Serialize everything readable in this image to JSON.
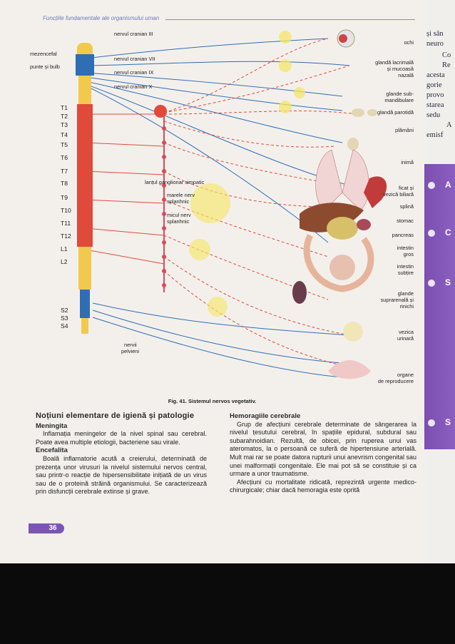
{
  "running_head": "Funcțiile fundamentale ale organismului uman",
  "figure": {
    "spine_labels": {
      "mezencefal": "mezencefal",
      "punte_bulb": "punte și bulb",
      "segments": [
        "T1",
        "T2",
        "T3",
        "T4",
        "T5",
        "T6",
        "T7",
        "T8",
        "T9",
        "T10",
        "T11",
        "T12",
        "L1",
        "L2"
      ],
      "sacral": [
        "S2",
        "S3",
        "S4"
      ]
    },
    "nerves": {
      "n3": "nervul cranian III",
      "n7": "nervul cranian VII",
      "n9": "nervul cranian IX",
      "n10": "nervul cranian X",
      "chain": "lanțul ganglionar simpatic",
      "major_splanchnic_1": "marele nerv",
      "major_splanchnic_2": "splanhnic",
      "minor_splanchnic_1": "micul nerv",
      "minor_splanchnic_2": "splanhnic",
      "pelvic_1": "nervii",
      "pelvic_2": "pelvieni"
    },
    "organs": {
      "eye": "ochi",
      "lacrimal_1": "glandă lacrimală",
      "lacrimal_2": "și mucoasă",
      "lacrimal_3": "nazală",
      "submand_1": "glande sub-",
      "submand_2": "mandibulare",
      "parotid": "glandă parotidă",
      "lungs": "plămâni",
      "heart": "inimă",
      "liver_1": "ficat și",
      "liver_2": "vezică biliară",
      "spleen": "splină",
      "stomach": "stomac",
      "pancreas": "pancreas",
      "colon_1": "intestin",
      "colon_2": "gros",
      "small_int_1": "intestin",
      "small_int_2": "subțire",
      "adrenal_1": "glande",
      "adrenal_2": "suprarenală și",
      "adrenal_3": "rinichi",
      "bladder_1": "vezica",
      "bladder_2": "urinară",
      "repro_1": "organe",
      "repro_2": "de reproducere"
    },
    "caption": "Fig. 41. Sistemul nervos vegetativ.",
    "colors": {
      "spine_yellow": "#f2c94c",
      "spine_red": "#e04a3a",
      "blue": "#2f6db5",
      "ganglion": "#f5e66a",
      "pink": "#d94a5a"
    }
  },
  "left_column": {
    "section_title": "Noțiuni elementare de igienă și patologie",
    "meningita_title": "Meningita",
    "meningita_text": "Inflamația meningelor de la nivel spinal sau cerebral. Poate avea multiple etiologii, bacteriene sau virale.",
    "encefalita_title": "Encefalita",
    "encefalita_text": "Boală inflamatorie acută a creierului, determinată de prezența unor virusuri la nivelul sistemului nervos central, sau printr-o reacție de hipersensibilitate inițiată de un virus sau de o proteină străină organismului. Se caracterizează prin disfuncții cerebrale extinse și grave."
  },
  "right_column": {
    "title": "Hemoragiile cerebrale",
    "p1": "Grup de afecțiuni cerebrale determinate de sângerarea la nivelul țesutului cerebral, în spațiile epidural, subdural sau subarahnoidian. Rezultă, de obicei, prin ruperea unui vas ateromatos, la o persoană ce suferă de hipertensiune arterială. Mult mai rar se poate datora rupturii unui anevrism congenital sau unei malformații congenitale. Ele mai pot să se constituie și ca urmare a unor traumatisme.",
    "p2": "Afecțiuni cu mortalitate ridicată, reprezintă urgente medico-chirurgicale; chiar dacă hemoragia este oprită"
  },
  "page_number": "36",
  "right_edge": {
    "words": [
      "și sân",
      "neuro",
      "Co",
      "Re",
      "acesta",
      "gorie",
      "provo",
      "starea",
      "sedu",
      "A",
      "emisf"
    ],
    "letters": [
      "A",
      "C",
      "S",
      "S"
    ]
  }
}
